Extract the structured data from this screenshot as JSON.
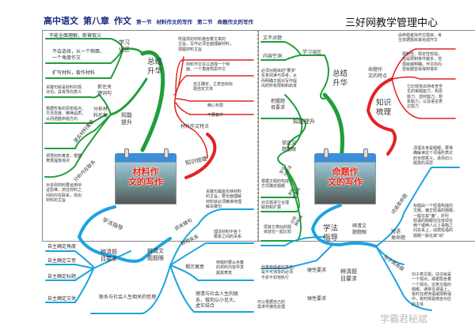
{
  "header": {
    "subject": "高中语文",
    "chapter": "第八章",
    "unit": "作文",
    "section1_no": "第一节",
    "section1_title": "材料作文的写作",
    "section2_no": "第二节",
    "section2_title": "命题作文的写作",
    "publisher": "三好网教学管理中心"
  },
  "left_map": {
    "center": "材料作\n文的写作",
    "summary": {
      "label": "总结\n升华",
      "mistakes": {
        "label": "学习\n误区",
        "items": [
          "不能全面理解，断章取义",
          "不会选择，从一个侧面、\n一个角度作文",
          "扩写材料，套作材料"
        ]
      },
      "skills": {
        "label": "知能\n提升",
        "items": [
          {
            "label": "抓住关\n键词句",
            "desc": "关键句就是材料的观\n点句，具有导向意义"
          },
          {
            "label": "分析材\n料形象",
            "desc": "根据形象的思想观点、\n方法态度，精神品质，\n从而把握命题方向"
          },
          {
            "label": "落实材料寓意",
            "desc": "领悟材料寓意，根据\n寓意提炼观点"
          },
          {
            "label": "分析内在联系",
            "desc": "对多则材料要运用辩\n证思维，抓住材料之\n间的内在联系，找出\n材料的主旨"
          }
        ]
      }
    },
    "knowledge": {
      "label": "知识梳理",
      "features": {
        "label": "材料作文特点",
        "items": [
          "所提供的材料蕴含着文章的\n主旨，写作必须全面理解材料，\n把握材料主旨",
          "材料作文在以选择一个侧\n面、一个角度构思作文",
          "自主确定，立意自拟标\n题自定文体",
          "精心布局",
          "不要套作"
        ]
      }
    },
    "method": {
      "label": "学法指导",
      "requirements": {
        "label": "辨清题\n目要求",
        "items": [
          "自主确定角度",
          "自主确定立意",
          "自主确定标题",
          "自主确定文体"
        ]
      },
      "eye": {
        "label": "辨清文\n题题眼",
        "items": [
          {
            "label": "抓关键句",
            "desc": "关键句最能反映材料\n的主旨，要全面理解\n材料就必须精准地理\n解关键句"
          },
          {
            "label": "辨明关系",
            "desc": "理清材料中各个\n要素之间的关系"
          },
          {
            "label": "揭示寓意",
            "desc": "辨题时要从含蓄\n的材料内容中发\n掘其寓意"
          },
          {
            "label": "",
            "desc": "理清与社会人生的联\n系，做到以小见大，\n虚实结合"
          }
        ]
      },
      "philosophy": "联系与社会人生相关的哲理"
    }
  },
  "right_map": {
    "center": "命题作\n文的写作",
    "summary": {
      "label": "总结\n升华",
      "mistakes": {
        "label": "学习误区",
        "items": [
          "文不对题",
          "内容空洞"
        ]
      },
      "skills": {
        "label": "知能提升",
        "grasp": {
          "label": "把握题\n目要求",
          "desc": "必须对题目的\"要求\"\n反复阅读与思考，从\n而明确文题对写作提\n出的所有限制和启发"
        },
        "eye": {
          "label": "锁定文\n题题眼",
          "items": [
            {
              "label": "定位\n分析法",
              "desc": "根据文题的构成\n方式确定题眼"
            },
            {
              "label": "添加\n扩充法",
              "desc": "对文题进行合理\n联想和扩展"
            },
            {
              "label": "比较\n辨析法",
              "desc": "把其它类似的题\n目放在一起比较"
            }
          ]
        }
      }
    },
    "knowledge": {
      "label": "知识\n梳理",
      "features": {
        "label": "命题作\n文的特点",
        "items": [
          "由命题者拟作文题目，考\n生依据题目来完成作文",
          "限制性、规定性较强，\n但是限制条件越多，范\n围就越明确，作文的内\n容就越容易得到落实",
          "它比较突出地考查学\n生的审题能力、构思\n能力、选材能力、想\n象能力，以及语言表\n达能力"
        ]
      }
    },
    "method": {
      "label": "学法\n指导",
      "requirements": {
        "label": "辨清题\n目要求",
        "items": [
          {
            "label": "硬性要求",
            "desc": "代表命题者的意志，\n是不可违背的必须\n不折不扣地执行"
          },
          {
            "label": "弹性要求",
            "desc": "可以根据自己的\n需求作弹性处理"
          }
        ]
      },
      "eye": {
        "label": "辨清文\n题题眼",
        "items": [
          {
            "label": "词语类命题",
            "desc": "词语本身是题眼，要准\n确解读这个词语所表达\n的全部意义，进而切入\n题意的深层"
          },
          {
            "label": "短语\n类命题",
            "desc": "标题由一个短语构成的\n文题，偏正短语的题眼，\n一般在其\"偏\"，并列\n短语的题眼往往体现在\n两个或两人以上事物之\n间关系上，动宾短语的\n题眼一般在其\"动\""
          },
          {
            "label": "句子类命题",
            "desc": "句子类文题，往往就是\n一个观点，或者隐含着\n一个观点，这类文题的\n题眼，通常在谓语上，\n有时在修饰语或限制语\n中，有时候是暗含对应\n的主体"
          }
        ]
      }
    }
  },
  "watermark": "学霸君秘斌",
  "colors": {
    "green": "#1f9e3a",
    "red": "#e32222",
    "blue": "#1ba3e0",
    "header": "#1a2a80"
  }
}
